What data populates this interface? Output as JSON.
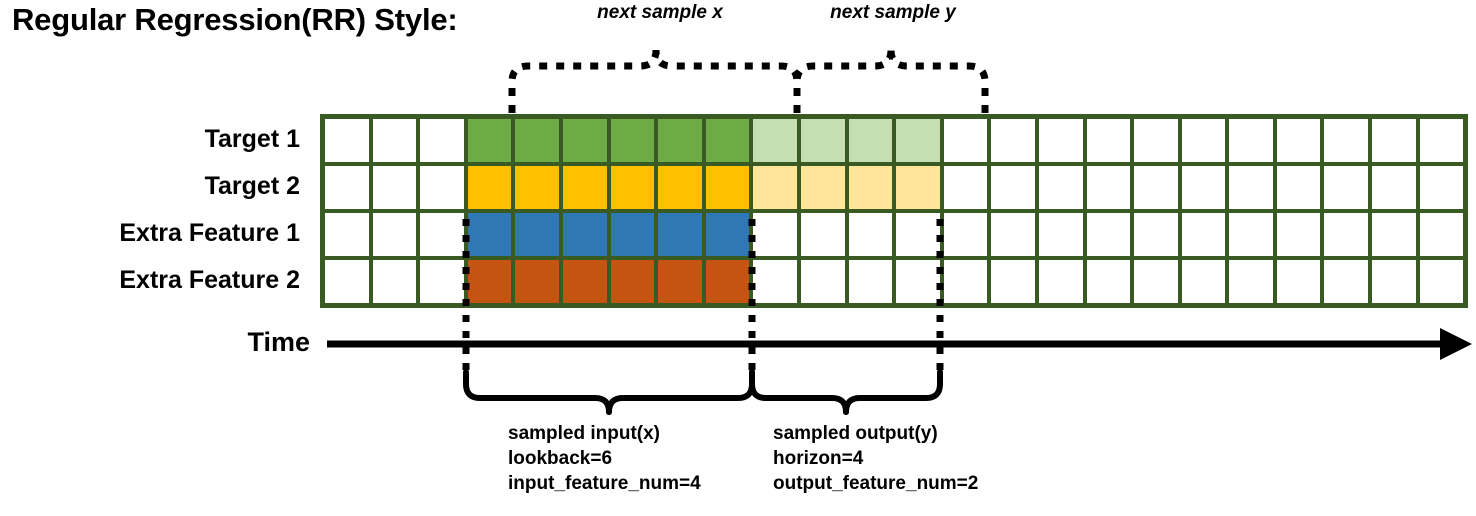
{
  "title": "Regular Regression(RR) Style:",
  "top_annotations": {
    "next_sample_x": "next sample x",
    "next_sample_y": "next sample y"
  },
  "axis": {
    "time_label": "Time",
    "arrow_icon": "arrow-right-icon"
  },
  "rows": [
    {
      "label": "Target 1",
      "color": "#6eab46",
      "light_color": "#c5dfb3"
    },
    {
      "label": "Target 2",
      "color": "#ffc000",
      "light_color": "#ffe699"
    },
    {
      "label": "Extra Feature 1",
      "color": "#2f77b5",
      "light_color": null
    },
    {
      "label": "Extra Feature 2",
      "color": "#c55311",
      "light_color": null
    }
  ],
  "grid": {
    "total_columns": 24,
    "lead_blank_columns": 3,
    "lookback_columns": 6,
    "horizon_columns": 4,
    "border_color": "#3a5a23",
    "empty_color": "#ffffff"
  },
  "captions": {
    "input": {
      "title": "sampled input(x)",
      "line2": "lookback=6",
      "line3": "input_feature_num=4"
    },
    "output": {
      "title": "sampled output(y)",
      "line2": "horizon=4",
      "line3": "output_feature_num=2"
    }
  },
  "chart_data": {
    "type": "table",
    "title": "Regular Regression(RR) Style:",
    "categories": [
      "Target 1",
      "Target 2",
      "Extra Feature 1",
      "Extra Feature 2"
    ],
    "series": [
      {
        "name": "Target 1",
        "filled_input_cols": [
          3,
          4,
          5,
          6,
          7,
          8
        ],
        "filled_output_cols": [
          9,
          10,
          11,
          12
        ]
      },
      {
        "name": "Target 2",
        "filled_input_cols": [
          3,
          4,
          5,
          6,
          7,
          8
        ],
        "filled_output_cols": [
          9,
          10,
          11,
          12
        ]
      },
      {
        "name": "Extra Feature 1",
        "filled_input_cols": [
          3,
          4,
          5,
          6,
          7,
          8
        ],
        "filled_output_cols": []
      },
      {
        "name": "Extra Feature 2",
        "filled_input_cols": [
          3,
          4,
          5,
          6,
          7,
          8
        ],
        "filled_output_cols": []
      }
    ],
    "annotations": [
      "next sample x",
      "next sample y",
      "sampled input(x) lookback=6 input_feature_num=4",
      "sampled output(y) horizon=4 output_feature_num=2"
    ],
    "xlabel": "Time",
    "ylabel": "",
    "grid": true,
    "legend": "none"
  }
}
